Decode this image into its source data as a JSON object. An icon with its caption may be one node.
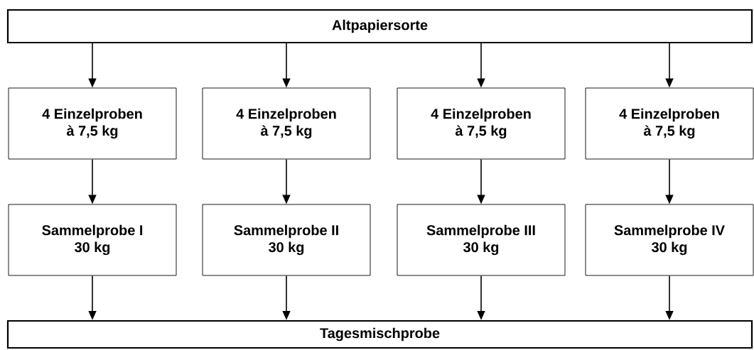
{
  "diagram": {
    "nodes": [
      {
        "text": [
          "Altpapiersorte"
        ]
      },
      {
        "text": [
          "4 Einzelproben",
          "à 7,5 kg"
        ]
      },
      {
        "text": [
          "4 Einzelproben",
          "à 7,5 kg"
        ]
      },
      {
        "text": [
          "4 Einzelproben",
          "à 7,5 kg"
        ]
      },
      {
        "text": [
          "4 Einzelproben",
          "à 7,5 kg"
        ]
      },
      {
        "text": [
          "Sammelprobe I",
          "30 kg"
        ]
      },
      {
        "text": [
          "Sammelprobe II",
          "30 kg"
        ]
      },
      {
        "text": [
          "Sammelprobe III",
          "30 kg"
        ]
      },
      {
        "text": [
          "Sammelprobe IV",
          "30 kg"
        ]
      },
      {
        "text": [
          "Tagesmischprobe"
        ]
      }
    ],
    "edges": [
      {
        "from": 0,
        "to": 1,
        "arrow": "to"
      },
      {
        "from": 0,
        "to": 2,
        "arrow": "to"
      },
      {
        "from": 0,
        "to": 3,
        "arrow": "to"
      },
      {
        "from": 0,
        "to": 4,
        "arrow": "to"
      },
      {
        "from": 1,
        "to": 5,
        "arrow": "to"
      },
      {
        "from": 2,
        "to": 6,
        "arrow": "to"
      },
      {
        "from": 3,
        "to": 7,
        "arrow": "to"
      },
      {
        "from": 4,
        "to": 8,
        "arrow": "to"
      },
      {
        "from": 5,
        "to": 9,
        "arrow": "to"
      },
      {
        "from": 6,
        "to": 9,
        "arrow": "to"
      },
      {
        "from": 7,
        "to": 9,
        "arrow": "to"
      },
      {
        "from": 8,
        "to": 9,
        "arrow": "to"
      }
    ]
  }
}
